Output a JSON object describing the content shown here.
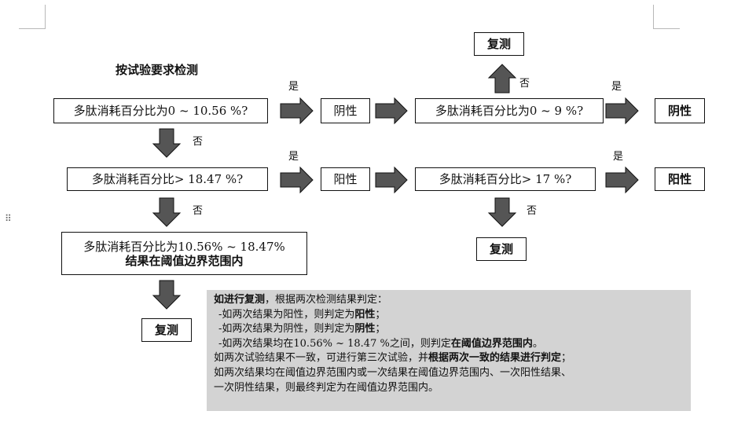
{
  "heading": "按试验要求检测",
  "steps": {
    "first_check": "多肽消耗百分比为0 ~ 10.56 %?",
    "second_check": "多肽消耗百分比> 18.47 %?",
    "boundary_line1": "多肽消耗百分比为10.56% ~ 18.47%",
    "boundary_line2": "结果在阈值边界范围内",
    "retest_left": "复测",
    "negative_mid": "阴性",
    "positive_mid": "阳性",
    "retest_check_negative": "多肽消耗百分比为0 ~ 9 %?",
    "retest_check_positive": "多肽消耗百分比> 17 %?",
    "retest_top": "复测",
    "retest_bottom": "复测",
    "negative_final": "阴性",
    "positive_final": "阳性"
  },
  "decision_labels": {
    "yes_1": "是",
    "yes_2": "是",
    "yes_3": "是",
    "yes_4": "是",
    "no_1": "否",
    "no_2": "否",
    "no_3": "否",
    "no_4": "否"
  },
  "note": {
    "intro_bold": "如进行复测",
    "intro_rest": "，根据两次检测结果判定：",
    "rule1_prefix": "-如两次结果为阳性，则判定为",
    "rule1_result": "阳性",
    "rule1_suffix": "；",
    "rule2_prefix": "-如两次结果为阴性，则判定为",
    "rule2_result": "阴性",
    "rule2_suffix": "；",
    "rule3_prefix": "-如两次结果均在10.56% ~ 18.47 %之间，则判定",
    "rule3_result": "在阈值边界范围内",
    "rule3_suffix": "。",
    "line5_a": "如两次试验结果不一致，可进行第三次试验，并",
    "line5_b": "根据两次一致的结果进行判定",
    "line5_c": "；",
    "line6": "如两次结果均在阈值边界范围内或一次结果在阈值边界范围内、一次阳性结果、",
    "line7": "一次阴性结果，则最终判定为在阈值边界范围内。"
  },
  "colors": {
    "arrow_fill": "#555555",
    "note_background": "#d3d3d3",
    "border": "#111111"
  }
}
